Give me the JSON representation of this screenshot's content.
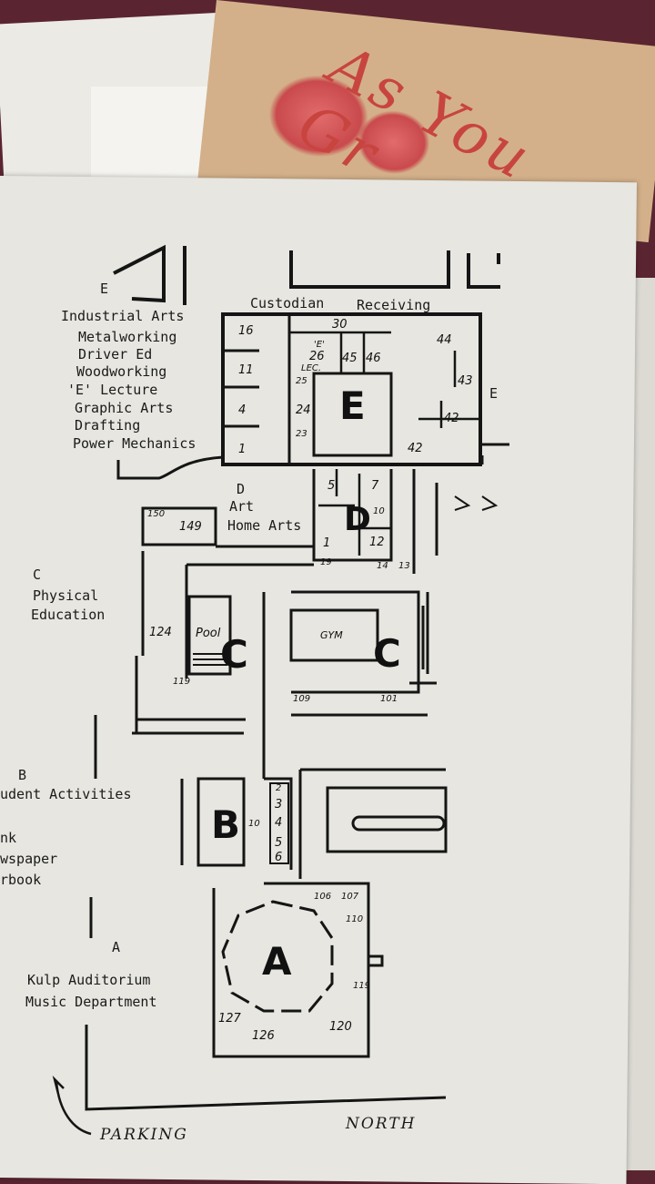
{
  "card_text": "As You Gr",
  "legend": {
    "e_letter": "E",
    "e_items": [
      "Industrial Arts",
      "Metalworking",
      "Driver Ed",
      "Woodworking",
      "'E' Lecture",
      "Graphic Arts",
      "Drafting",
      "Power Mechanics"
    ],
    "d_letter": "D",
    "d_items": [
      "Art",
      "Home Arts"
    ],
    "c_letter": "C",
    "c_items": [
      "Physical",
      "Education"
    ],
    "b_letter": "B",
    "b_items": [
      "udent Activities",
      "nk",
      "wspaper",
      "rbook"
    ],
    "a_letter": "A",
    "a_items": [
      "Kulp Auditorium",
      "Music Department"
    ]
  },
  "labels": {
    "custodian": "Custodian",
    "receiving": "Receiving",
    "e_right": "E",
    "parking": "PARKING",
    "north": "NORTH",
    "pool": "Pool",
    "gym": "GYM"
  },
  "wings": {
    "E": "E",
    "D": "D",
    "C1": "C",
    "C2": "C",
    "B": "B",
    "A": "A"
  },
  "rooms": {
    "r16": "16",
    "r11": "11",
    "r4": "4",
    "r1": "1",
    "r30": "30",
    "rE26a": "'E'",
    "rE26b": "26",
    "rE26c": "LEC.",
    "r45": "45",
    "r46": "46",
    "r44": "44",
    "r43": "43",
    "r25": "25",
    "r24": "24",
    "r23": "23",
    "r42a": "42",
    "r42b": "42",
    "d5": "5",
    "d7": "7",
    "d10": "10",
    "d1": "1",
    "d12": "12",
    "d19": "19",
    "d14": "14",
    "d13": "13",
    "r150": "150",
    "r149": "149",
    "r124": "124",
    "r119": "119",
    "r109": "109",
    "r101": "101",
    "b2": "2",
    "b3": "3",
    "b4": "4",
    "b5": "5",
    "b6": "6",
    "b10": "10",
    "a106": "106",
    "a107": "107",
    "a110": "110",
    "a119": "119",
    "a127": "127",
    "a126": "126",
    "a120": "120"
  }
}
